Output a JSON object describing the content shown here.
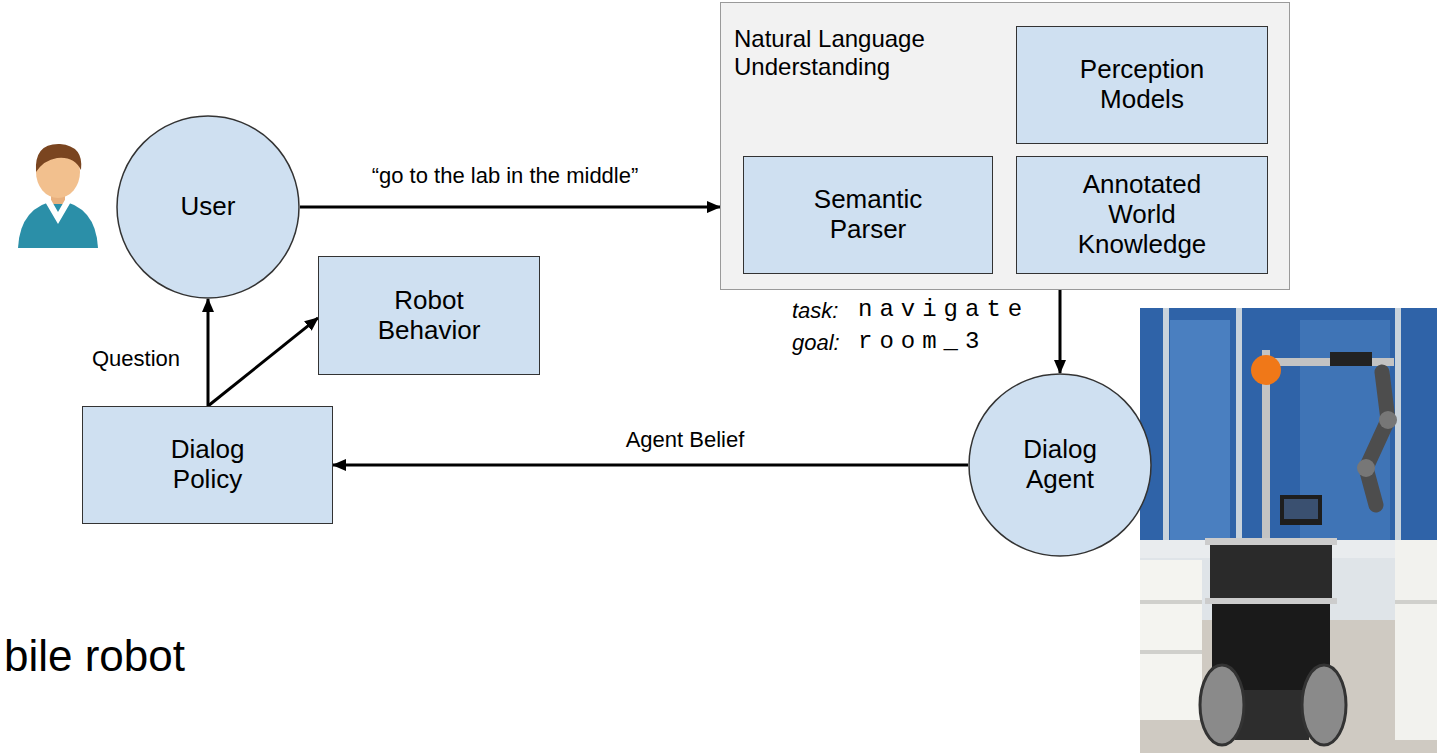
{
  "diagram": {
    "nodes": [
      {
        "text": [
          "User"
        ]
      },
      {
        "text": [
          "Natural Language Understanding"
        ]
      },
      {
        "text": [
          "Perception Models"
        ],
        "in": 1
      },
      {
        "text": [
          "Semantic Parser"
        ],
        "in": 1
      },
      {
        "text": [
          "Annotated World Knowledge"
        ],
        "in": 1
      },
      {
        "text": [
          "Robot Behavior"
        ]
      },
      {
        "text": [
          "Dialog Policy"
        ]
      },
      {
        "text": [
          "Dialog Agent"
        ]
      }
    ],
    "edges": [
      {
        "from": 0,
        "to": 1,
        "arrow": "to",
        "label": "“go to the lab in the middle”"
      },
      {
        "from": 1,
        "to": 7,
        "arrow": "to"
      },
      {
        "from": 7,
        "to": 6,
        "arrow": "to",
        "label": "Agent Belief"
      },
      {
        "from": 6,
        "to": 0,
        "arrow": "to",
        "label": "Question"
      },
      {
        "from": 6,
        "to": 5,
        "arrow": "to"
      }
    ],
    "labels": [
      "task:",
      "navigate",
      "goal:",
      "room_3",
      "bile robot"
    ]
  }
}
